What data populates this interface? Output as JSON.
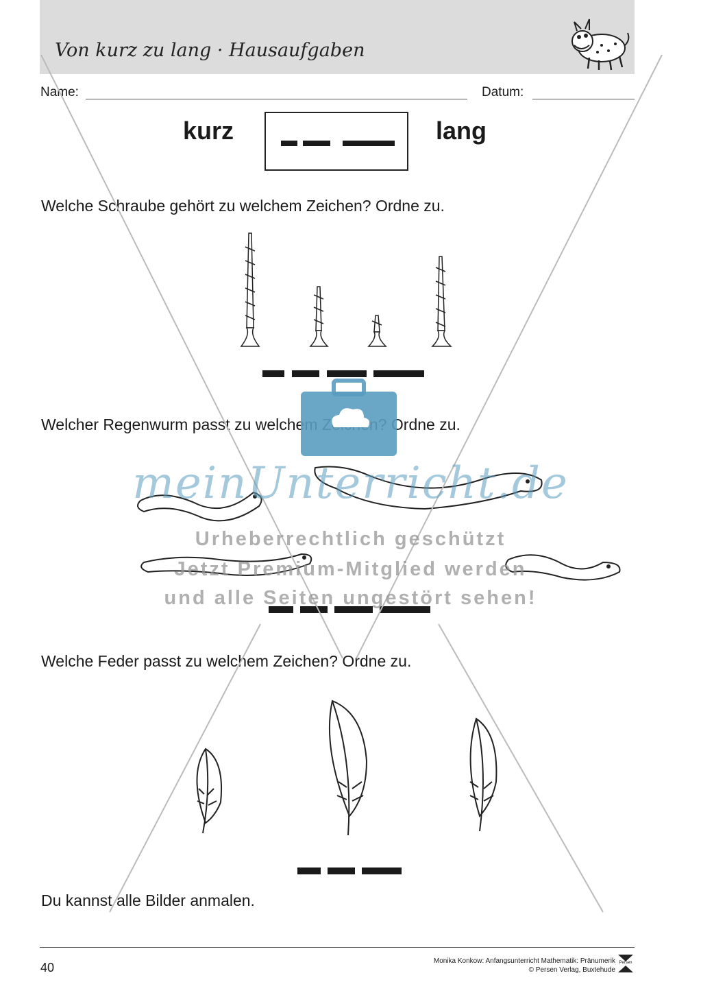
{
  "header": {
    "title": "Von kurz zu lang · Hausaufgaben"
  },
  "form": {
    "name_label": "Name:",
    "date_label": "Datum:"
  },
  "legend": {
    "short_label": "kurz",
    "long_label": "lang"
  },
  "tasks": {
    "screws": "Welche Schraube gehört zu welchem Zeichen? Ordne zu.",
    "worms": "Welcher Regenwurm passt zu welchem Zeichen? Ordne zu.",
    "feathers": "Welche Feder passt zu welchem Zeichen? Ordne zu.",
    "coloring": "Du kannst alle Bilder anmalen."
  },
  "watermark": {
    "logo_text": "meinUnterricht.de",
    "line1": "Urheberrechtlich geschützt",
    "line2": "Jetzt Premium-Mitglied werden",
    "line3": "und alle Seiten ungestört sehen!",
    "logo_color": "#5a9cc0"
  },
  "footer": {
    "page_number": "40",
    "credit_line1": "Monika Konkow: Anfangsunterricht Mathematik: Pränumerik",
    "credit_line2": "© Persen Verlag, Buxtehude",
    "publisher_mark": "Persen"
  }
}
